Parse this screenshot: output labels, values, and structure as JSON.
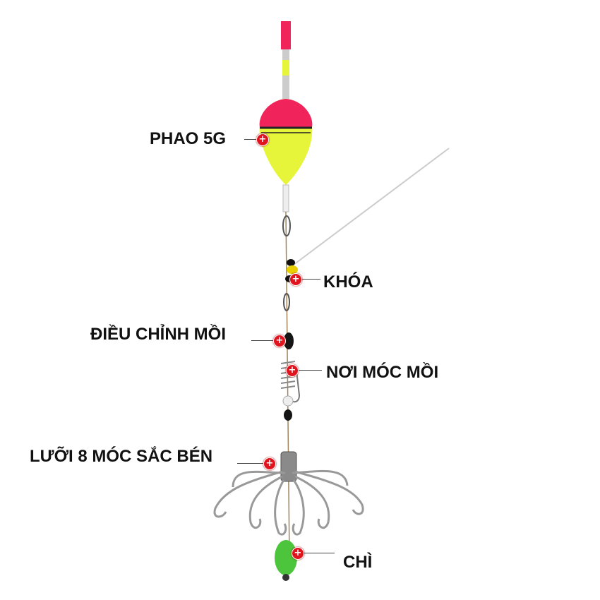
{
  "labels": {
    "float": "PHAO 5G",
    "lock": "KHÓA",
    "bait_adjust": "ĐIỀU CHỈNH MỒI",
    "bait_hook_place": "NƠI MÓC MỒI",
    "hooks": "LƯỠI 8 MÓC SẮC BÉN",
    "sinker": "CHÌ"
  },
  "colors": {
    "float_top": "#f0245a",
    "float_body": "#e6f53a",
    "marker": "#e0141e",
    "sinker": "#4cc43c"
  },
  "marker_symbol": "+"
}
